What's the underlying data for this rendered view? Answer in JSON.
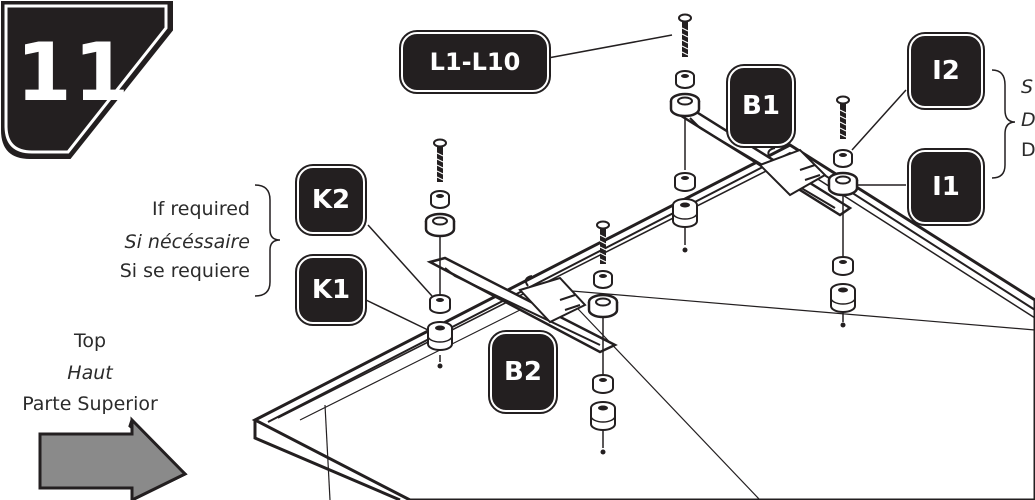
{
  "step": {
    "number": "11"
  },
  "badges": {
    "L": "L1-L10",
    "B1": "B1",
    "B2": "B2",
    "I2": "I2",
    "I1": "I1",
    "K2": "K2",
    "K1": "K1"
  },
  "labels": {
    "if_required_en": "If required",
    "if_required_fr": "Si nécéssaire",
    "if_required_es": "Si se requiere",
    "top_en": "Top",
    "top_fr": "Haut",
    "top_es": "Parte Superior",
    "right_line1": "S",
    "right_line2": "D",
    "right_line3": "D"
  },
  "colors": {
    "ink": "#231f20",
    "arrow": "#8a8a8a",
    "panel": "#ffffff"
  }
}
